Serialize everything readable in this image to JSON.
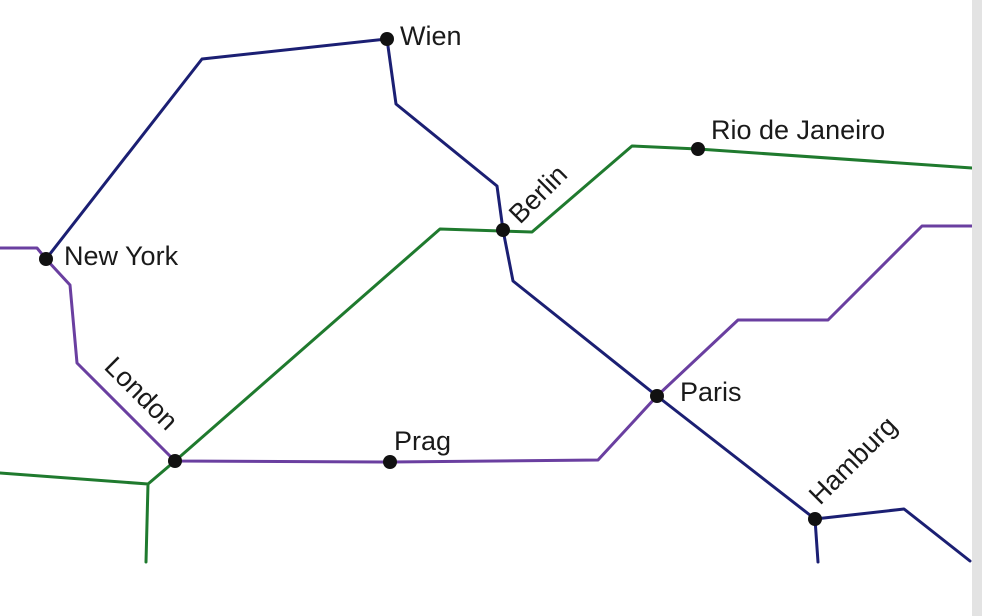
{
  "map": {
    "lines": [
      {
        "id": "blue",
        "color": "#1b1f73"
      },
      {
        "id": "green",
        "color": "#1f7a2e"
      },
      {
        "id": "purple",
        "color": "#6a3fa0"
      }
    ],
    "stations": [
      {
        "id": "wien",
        "name": "Wien"
      },
      {
        "id": "rio",
        "name": "Rio de Janeiro"
      },
      {
        "id": "berlin",
        "name": "Berlin"
      },
      {
        "id": "newyork",
        "name": "New York"
      },
      {
        "id": "london",
        "name": "London"
      },
      {
        "id": "prag",
        "name": "Prag"
      },
      {
        "id": "paris",
        "name": "Paris"
      },
      {
        "id": "hamburg",
        "name": "Hamburg"
      }
    ],
    "station_color": "#111111"
  }
}
